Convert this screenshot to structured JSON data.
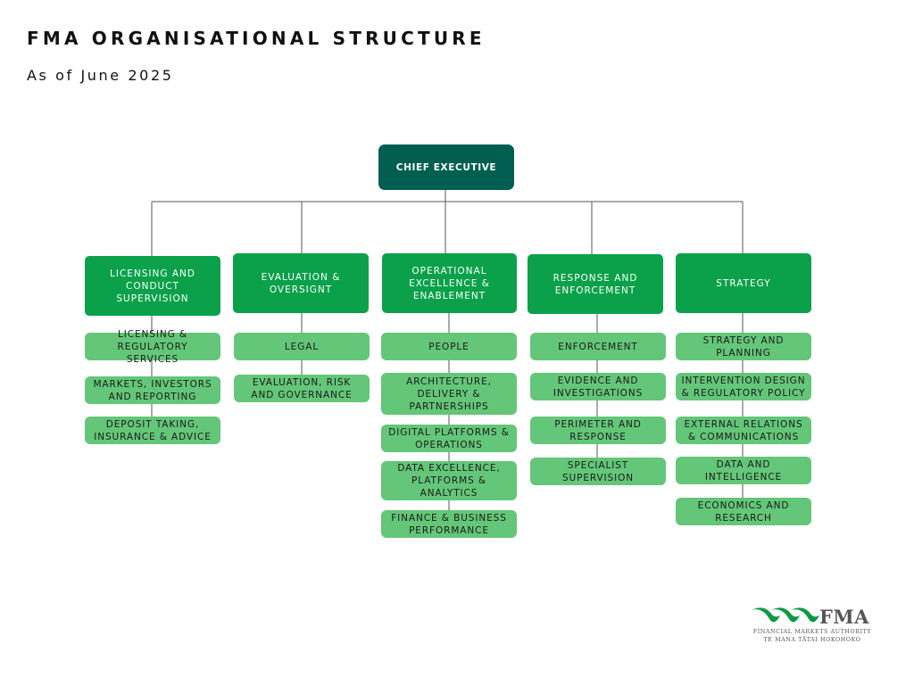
{
  "header": {
    "title": "FMA ORGANISATIONAL STRUCTURE",
    "subtitle": "As of June 2025"
  },
  "chief": {
    "label": "CHIEF EXECUTIVE"
  },
  "divisions": [
    {
      "label": "LICENSING AND CONDUCT SUPERVISION",
      "teams": [
        "LICENSING & REGULATORY SERVICES",
        "MARKETS, INVESTORS AND REPORTING",
        "DEPOSIT TAKING, INSURANCE & ADVICE"
      ]
    },
    {
      "label": "EVALUATION & OVERSIGNT",
      "teams": [
        "LEGAL",
        "EVALUATION, RISK AND GOVERNANCE"
      ]
    },
    {
      "label": "OPERATIONAL EXCELLENCE & ENABLEMENT",
      "teams": [
        "PEOPLE",
        "ARCHITECTURE, DELIVERY & PARTNERSHIPS",
        "DIGITAL PLATFORMS & OPERATIONS",
        "DATA EXCELLENCE, PLATFORMS & ANALYTICS",
        "FINANCE & BUSINESS PERFORMANCE"
      ]
    },
    {
      "label": "RESPONSE AND ENFORCEMENT",
      "teams": [
        "ENFORCEMENT",
        "EVIDENCE AND INVESTIGATIONS",
        "PERIMETER AND RESPONSE",
        "SPECIALIST SUPERVISION"
      ]
    },
    {
      "label": "STRATEGY",
      "teams": [
        "STRATEGY AND PLANNING",
        "INTERVENTION DESIGN & REGULATORY POLICY",
        "EXTERNAL RELATIONS & COMMUNICATIONS",
        "DATA AND INTELLIGENCE",
        "ECONOMICS AND RESEARCH"
      ]
    }
  ],
  "logo": {
    "name": "FMA",
    "line1": "FINANCIAL MARKETS AUTHORITY",
    "line2": "TE MANA TĀTAI HOKOHOKO"
  },
  "colors": {
    "chief": "#005f50",
    "division": "#0aa14a",
    "team": "#63c678",
    "connector": "#555555",
    "logo_green": "#0a9a45"
  }
}
